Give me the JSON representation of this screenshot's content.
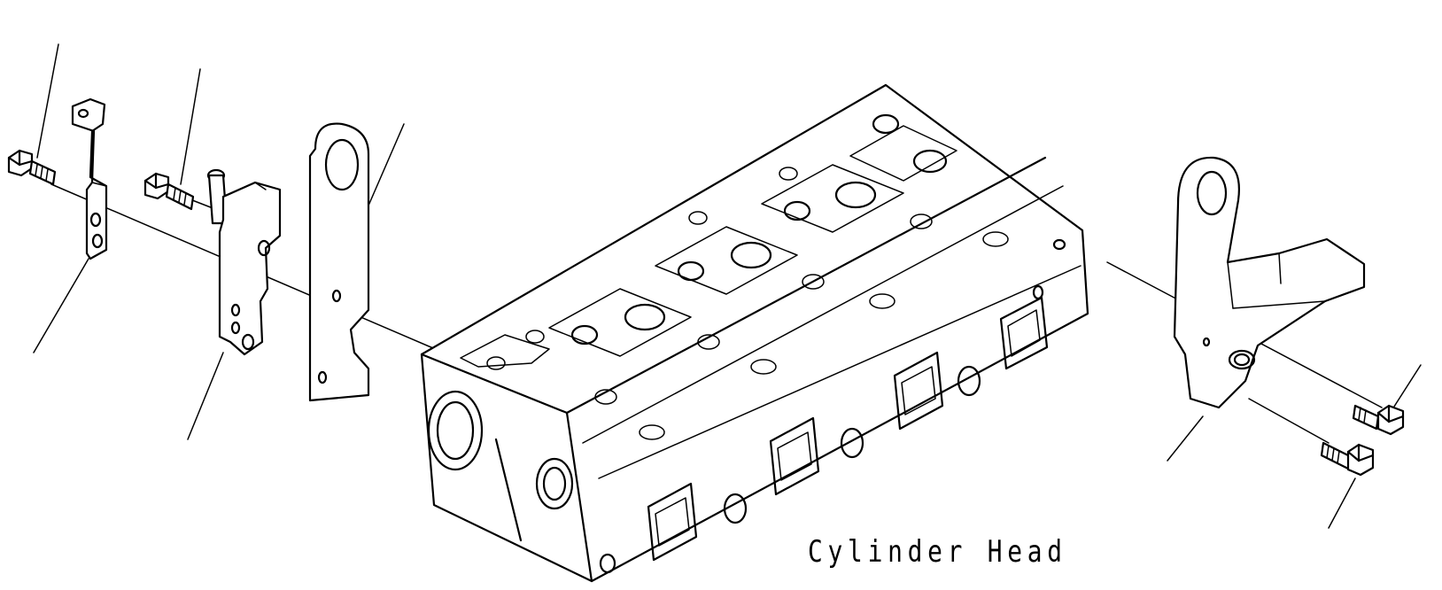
{
  "diagram": {
    "caption": "Cylinder Head",
    "line_color": "#000000",
    "background_color": "#ffffff",
    "parts": [
      "left-bolt",
      "left-bracket",
      "second-bolt",
      "left-plate",
      "lifting-hanger",
      "cylinder-head",
      "right-bracket",
      "right-bolt-upper",
      "right-bolt-lower"
    ]
  }
}
